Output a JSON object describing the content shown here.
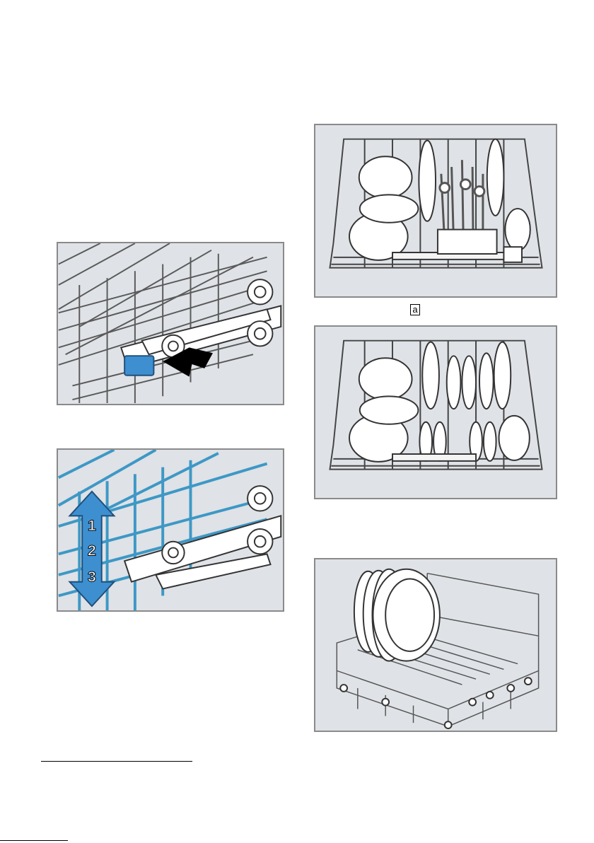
{
  "labels": {
    "a": "a"
  },
  "height_markers": [
    "1",
    "2",
    "3"
  ],
  "colors": {
    "panel_bg": "#dfe2e6",
    "panel_border": "#8a8a8a",
    "rack_highlight": "#3d98c6",
    "lever_blue": "#3d8fd0"
  }
}
